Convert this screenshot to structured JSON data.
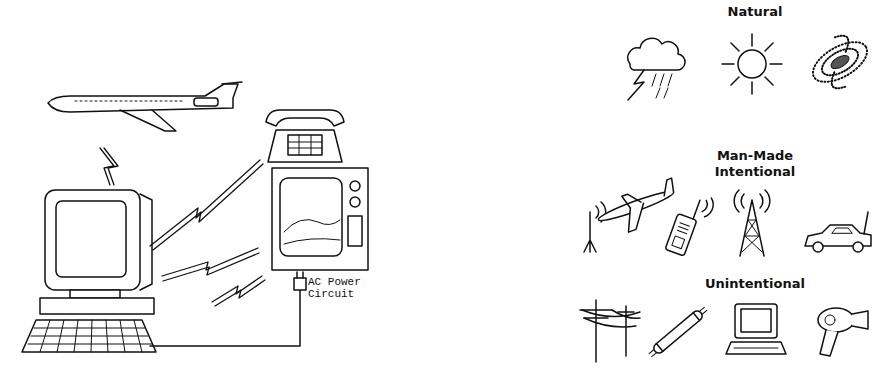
{
  "diagram": {
    "labels": [
      "AC Power Circuit",
      "Natural",
      "Man-Made Intentional",
      "Unintentional"
    ]
  }
}
